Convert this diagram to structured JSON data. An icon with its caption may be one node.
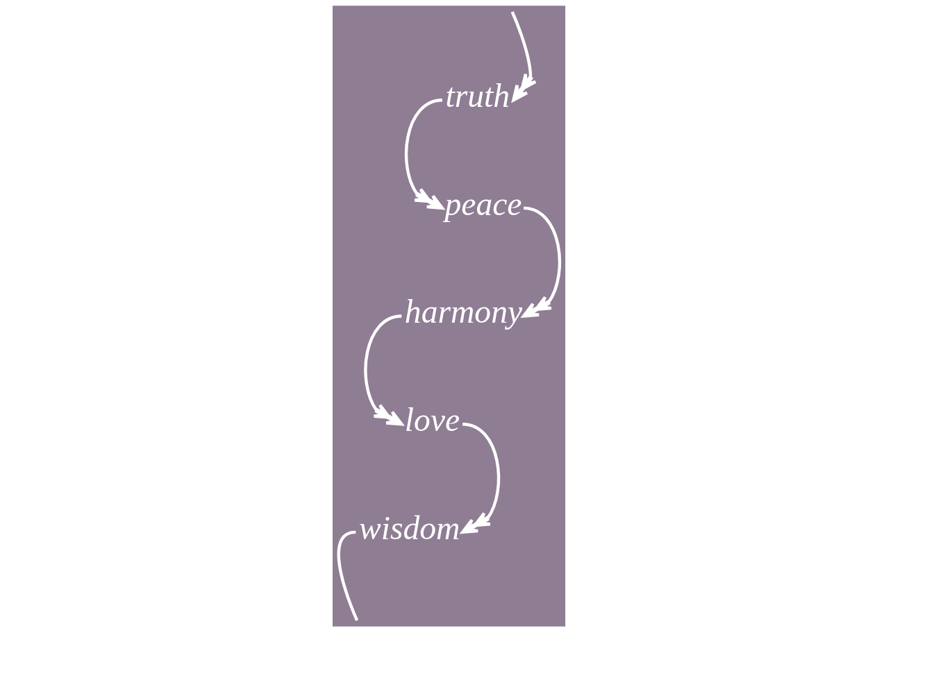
{
  "diagram": {
    "nodes": [
      {
        "text": [
          "truth"
        ]
      },
      {
        "text": [
          "peace"
        ]
      },
      {
        "text": [
          "harmony"
        ]
      },
      {
        "text": [
          "love"
        ]
      },
      {
        "text": [
          "wisdom"
        ]
      }
    ],
    "edges": [
      {
        "from": null,
        "to": 0,
        "arrow": "to"
      },
      {
        "from": 0,
        "to": 1,
        "arrow": "to"
      },
      {
        "from": 1,
        "to": 2,
        "arrow": "to"
      },
      {
        "from": 2,
        "to": 3,
        "arrow": "to"
      },
      {
        "from": 3,
        "to": 4,
        "arrow": "to"
      },
      {
        "from": 4,
        "to": null,
        "arrow": "none"
      }
    ]
  }
}
